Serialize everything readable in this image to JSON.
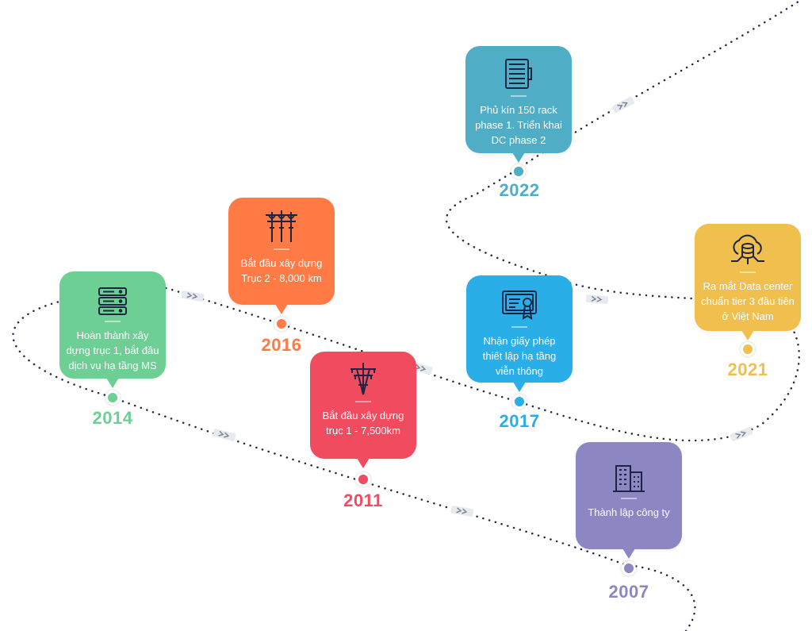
{
  "milestones": [
    {
      "year": "2007",
      "text": "Thành lập công ty",
      "color": "#8c86c3",
      "icon": "office-building-icon"
    },
    {
      "year": "2011",
      "text": "Bắt đầu xây dựng trục 1 - 7,500km",
      "color": "#f14b5f",
      "icon": "power-pylon-icon"
    },
    {
      "year": "2014",
      "text": "Hoàn thành xây dựng trục 1, bắt đầu dịch vụ hạ tầng MS",
      "color": "#6ecf95",
      "icon": "server-stack-icon"
    },
    {
      "year": "2016",
      "text": "Bắt đầu xây dựng Trục 2 - 8,000 km",
      "color": "#ff7a45",
      "icon": "power-line-icon"
    },
    {
      "year": "2017",
      "text": "Nhận giấy phép thiết lập hạ tầng viễn thông",
      "color": "#2aaee8",
      "icon": "certificate-icon"
    },
    {
      "year": "2021",
      "text": "Ra mắt Data center chuẩn tier 3 đầu tiên ở Việt Nam",
      "color": "#f1bf4e",
      "icon": "cloud-database-icon"
    },
    {
      "year": "2022",
      "text": "Phủ kín 150 rack phase 1. Triển khai DC phase 2",
      "color": "#4faec6",
      "icon": "server-rack-icon"
    }
  ]
}
